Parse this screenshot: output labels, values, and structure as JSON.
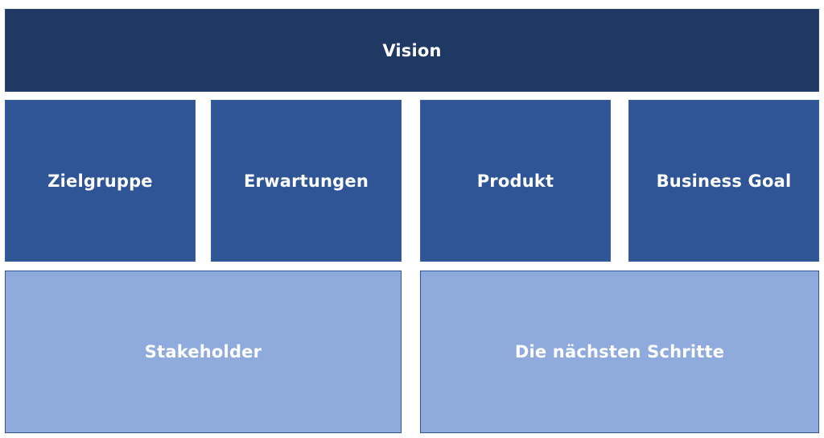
{
  "diagram": {
    "vision": {
      "label": "Vision"
    },
    "row2": {
      "zielgruppe": "Zielgruppe",
      "erwartungen": "Erwartungen",
      "produkt": "Produkt",
      "business_goal": "Business Goal"
    },
    "row3": {
      "stakeholder": "Stakeholder",
      "naechste_schritte": "Die nächsten Schritte"
    }
  },
  "colors": {
    "dark_blue": "#1f3864",
    "mid_blue": "#2f5597",
    "light_blue": "#8faadc",
    "text": "#ffffff"
  }
}
